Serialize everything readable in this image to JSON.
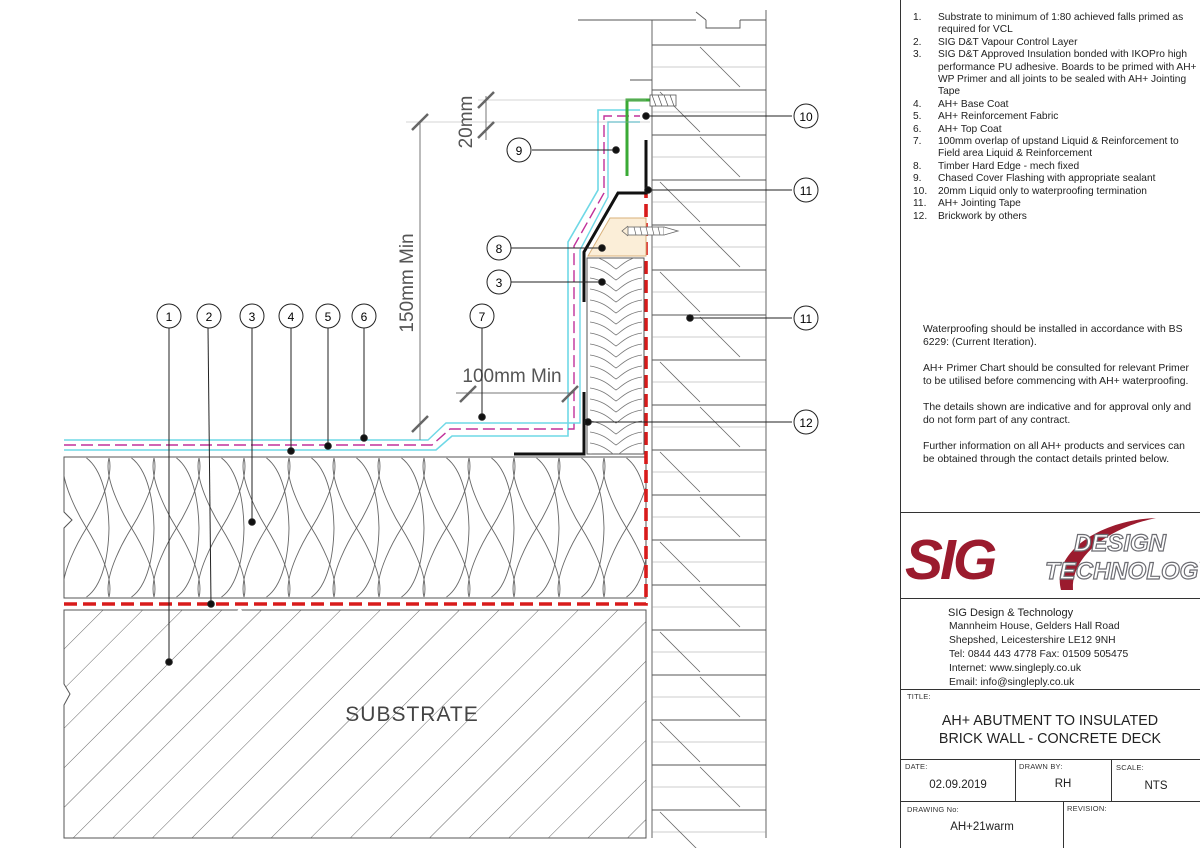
{
  "drawing": {
    "substrate_label": "SUBSTRATE",
    "dim_upstand": "150mm Min",
    "dim_top": "20mm",
    "dim_overlap": "100mm Min",
    "callouts": [
      "1",
      "2",
      "3",
      "4",
      "5",
      "6",
      "7",
      "8",
      "3",
      "9",
      "10",
      "11",
      "11",
      "12"
    ]
  },
  "notes": [
    {
      "num": "1.",
      "text": "Substrate to minimum of 1:80 achieved falls primed as required for VCL"
    },
    {
      "num": "2.",
      "text": "SIG D&T Vapour Control Layer"
    },
    {
      "num": "3.",
      "text": "SIG D&T Approved Insulation bonded with IKOPro high performance PU adhesive. Boards to be primed with AH+ WP Primer and all joints to be sealed with AH+ Jointing Tape"
    },
    {
      "num": "4.",
      "text": "AH+ Base Coat"
    },
    {
      "num": "5.",
      "text": "AH+ Reinforcement Fabric"
    },
    {
      "num": "6.",
      "text": "AH+ Top Coat"
    },
    {
      "num": "7.",
      "text": "100mm overlap of upstand Liquid & Reinforcement to Field area Liquid & Reinforcement"
    },
    {
      "num": "8.",
      "text": "Timber Hard Edge - mech fixed"
    },
    {
      "num": "9.",
      "text": "Chased Cover Flashing with appropriate sealant"
    },
    {
      "num": "10.",
      "text": "20mm Liquid only to waterproofing termination"
    },
    {
      "num": "11.",
      "text": "AH+ Jointing Tape"
    },
    {
      "num": "12.",
      "text": "Brickwork by others"
    }
  ],
  "paragraphs": [
    "Waterproofing should be installed in accordance with BS 6229: (Current Iteration).",
    "AH+ Primer Chart should be consulted for relevant Primer to be utilised before commencing with AH+ waterproofing.",
    "The details shown are indicative and for approval only and do not form part of any contract.",
    "Further information on all AH+ products and services  can be obtained through the contact details printed below."
  ],
  "logo": {
    "sig": "SIG",
    "line1": "DESIGN",
    "line2": "TECHNOLOGY",
    "red": "#9b1b2e",
    "grey": "#6d6d73"
  },
  "company": {
    "name": "SIG Design & Technology",
    "address1": "Mannheim House, Gelders Hall Road",
    "address2": "Shepshed, Leicestershire LE12 9NH",
    "phone": "Tel: 0844 443 4778 Fax: 01509 505475",
    "internet": "Internet: www.singleply.co.uk",
    "email": "Email: info@singleply.co.uk"
  },
  "title_block": {
    "title_caption": "TITLE:",
    "title_line1": "AH+ ABUTMENT TO INSULATED",
    "title_line2": "BRICK WALL - CONCRETE DECK",
    "date_caption": "DATE:",
    "date": "02.09.2019",
    "drawn_caption": "DRAWN BY:",
    "drawn": "RH",
    "scale_caption": "SCALE:",
    "scale": "NTS",
    "drawing_no_caption": "DRAWING No:",
    "drawing_no": "AH+21warm",
    "revision_caption": "REVISION:"
  },
  "colors": {
    "vcl_red": "#d81b1b",
    "green": "#3aaa35",
    "cyan": "#6fd8e6",
    "magenta": "#c0309a"
  }
}
